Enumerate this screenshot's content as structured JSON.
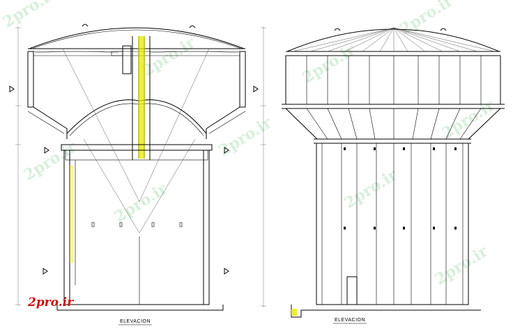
{
  "captions": {
    "left": "ELEVACION",
    "right": "ELEVACION"
  },
  "watermark": {
    "text": "2pro.ir",
    "logo_text": "2pro.ir",
    "logo_color": "#d01010",
    "watermark_color": "#b9e2c0"
  },
  "colors": {
    "line": "#000000",
    "highlight": "#e8e800",
    "background": "#ffffff"
  }
}
